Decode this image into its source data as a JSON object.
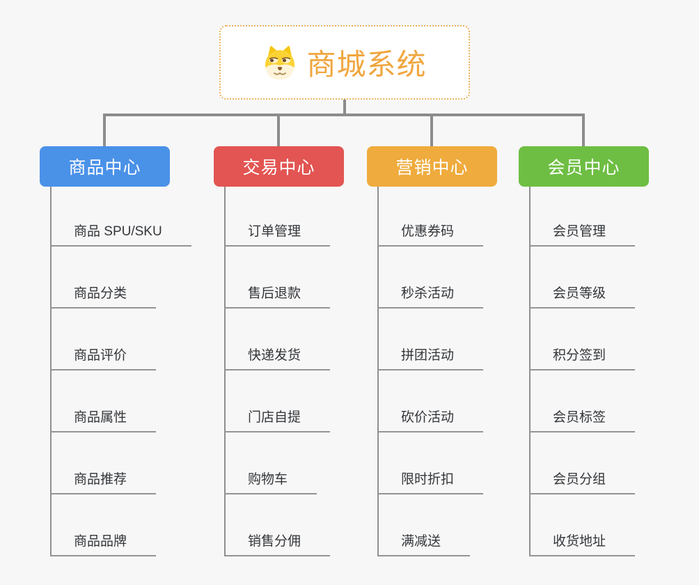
{
  "root": {
    "title": "商城系统",
    "icon": "dog-icon"
  },
  "branches": [
    {
      "label": "商品中心",
      "color": "#4a91e8",
      "items": [
        "商品 SPU/SKU",
        "商品分类",
        "商品评价",
        "商品属性",
        "商品推荐",
        "商品品牌"
      ]
    },
    {
      "label": "交易中心",
      "color": "#e25552",
      "items": [
        "订单管理",
        "售后退款",
        "快递发货",
        "门店自提",
        "购物车",
        "销售分佣"
      ]
    },
    {
      "label": "营销中心",
      "color": "#efab3d",
      "items": [
        "优惠券码",
        "秒杀活动",
        "拼团活动",
        "砍价活动",
        "限时折扣",
        "满减送"
      ]
    },
    {
      "label": "会员中心",
      "color": "#6ebe43",
      "items": [
        "会员管理",
        "会员等级",
        "积分签到",
        "会员标签",
        "会员分组",
        "收货地址"
      ]
    }
  ],
  "colors": {
    "background": "#f7f7f7",
    "root_text": "#f0a63f",
    "root_border": "#edb25f",
    "connector": "#8c8c8c",
    "leaf_line": "#949494",
    "leaf_text": "#33363a"
  }
}
